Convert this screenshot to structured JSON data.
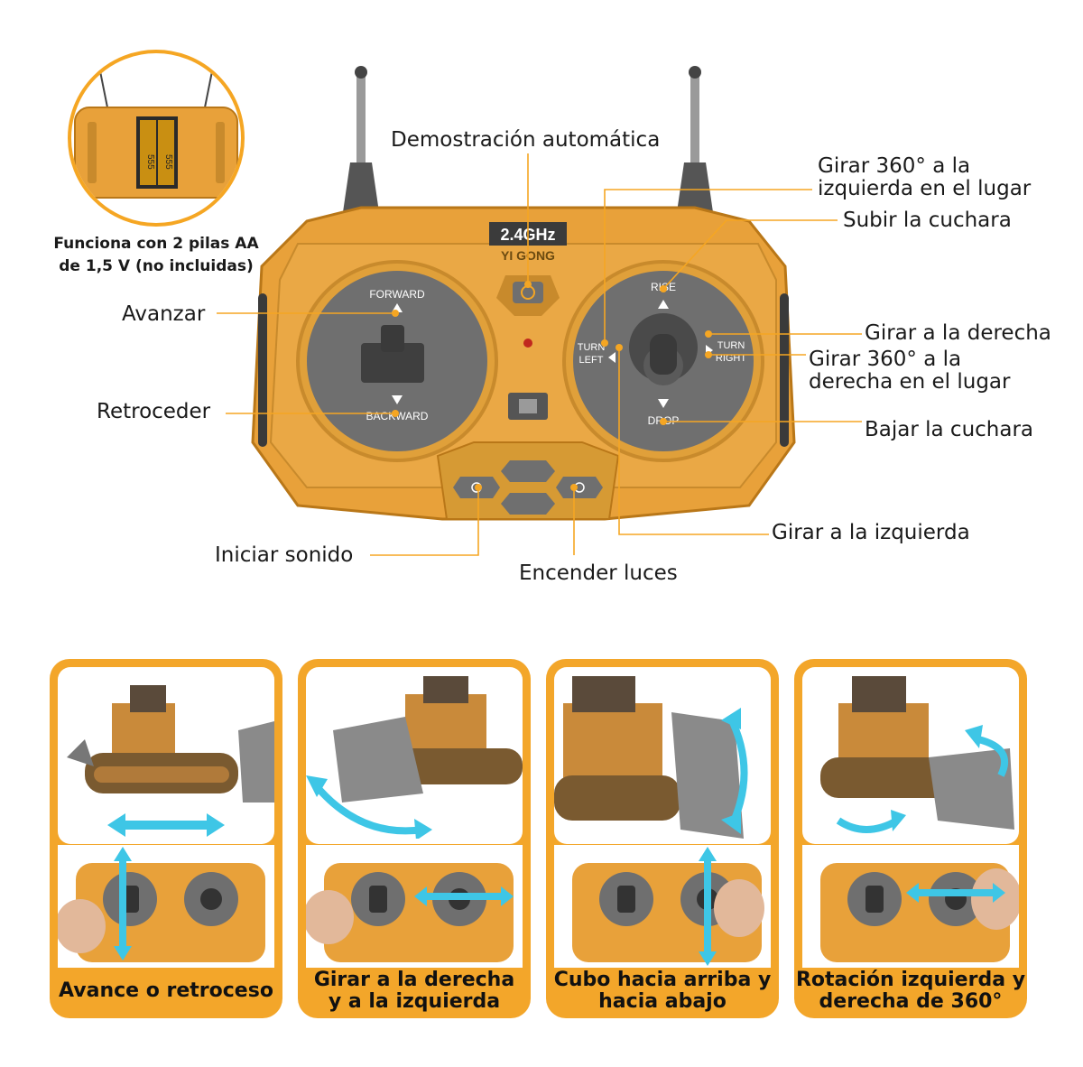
{
  "battery": {
    "caption": "Funciona con 2 pilas AA\nde 1,5 V (no incluidas)",
    "battery_text": "555"
  },
  "controller": {
    "brand_badge": "2.4GHz",
    "brand_name": "YI GONG",
    "left_dial": {
      "top_label": "FORWARD",
      "bottom_label": "BACKWARD"
    },
    "right_dial": {
      "top_label": "RISE",
      "bottom_label": "DROP",
      "left_label_1": "TURN",
      "left_label_2": "LEFT",
      "right_label_1": "TURN",
      "right_label_2": "RIGHT"
    }
  },
  "callouts": {
    "demo": "Demostración automática",
    "rotate_left": "Girar 360° a la\nizquierda en el lugar",
    "raise_bucket": "Subir la cuchara",
    "turn_right": "Girar a la derecha",
    "rotate_right": "Girar 360° a la\nderecha en el lugar",
    "lower_bucket": "Bajar la cuchara",
    "turn_left": "Girar a la izquierda",
    "forward": "Avanzar",
    "backward": "Retroceder",
    "sound": "Iniciar sonido",
    "lights": "Encender luces"
  },
  "panels": [
    {
      "caption": "Avance o retroceso"
    },
    {
      "caption": "Girar a la derecha\ny a la izquierda"
    },
    {
      "caption": "Cubo hacia arriba y\nhacia abajo"
    },
    {
      "caption": "Rotación izquierda y\nderecha de 360°"
    }
  ],
  "colors": {
    "accent_orange": "#f5a623",
    "controller_body": "#e8a13a",
    "dial_gray": "#6f6f6f",
    "arrow_cyan": "#3ec6e6"
  }
}
